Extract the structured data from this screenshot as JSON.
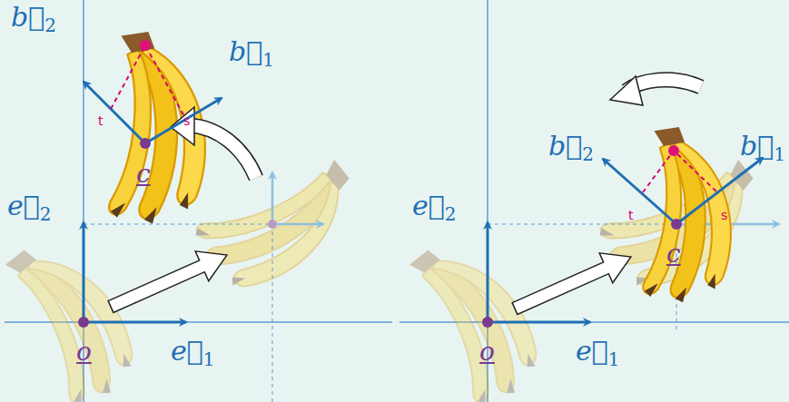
{
  "diagram": {
    "labels": [
      "b⃗2",
      "b⃗1",
      "t",
      "s",
      "c",
      "e⃗2",
      "e⃗1",
      "o",
      "b⃗2",
      "b⃗1",
      "t",
      "s",
      "c",
      "e⃗2",
      "e⃗1",
      "o"
    ]
  }
}
